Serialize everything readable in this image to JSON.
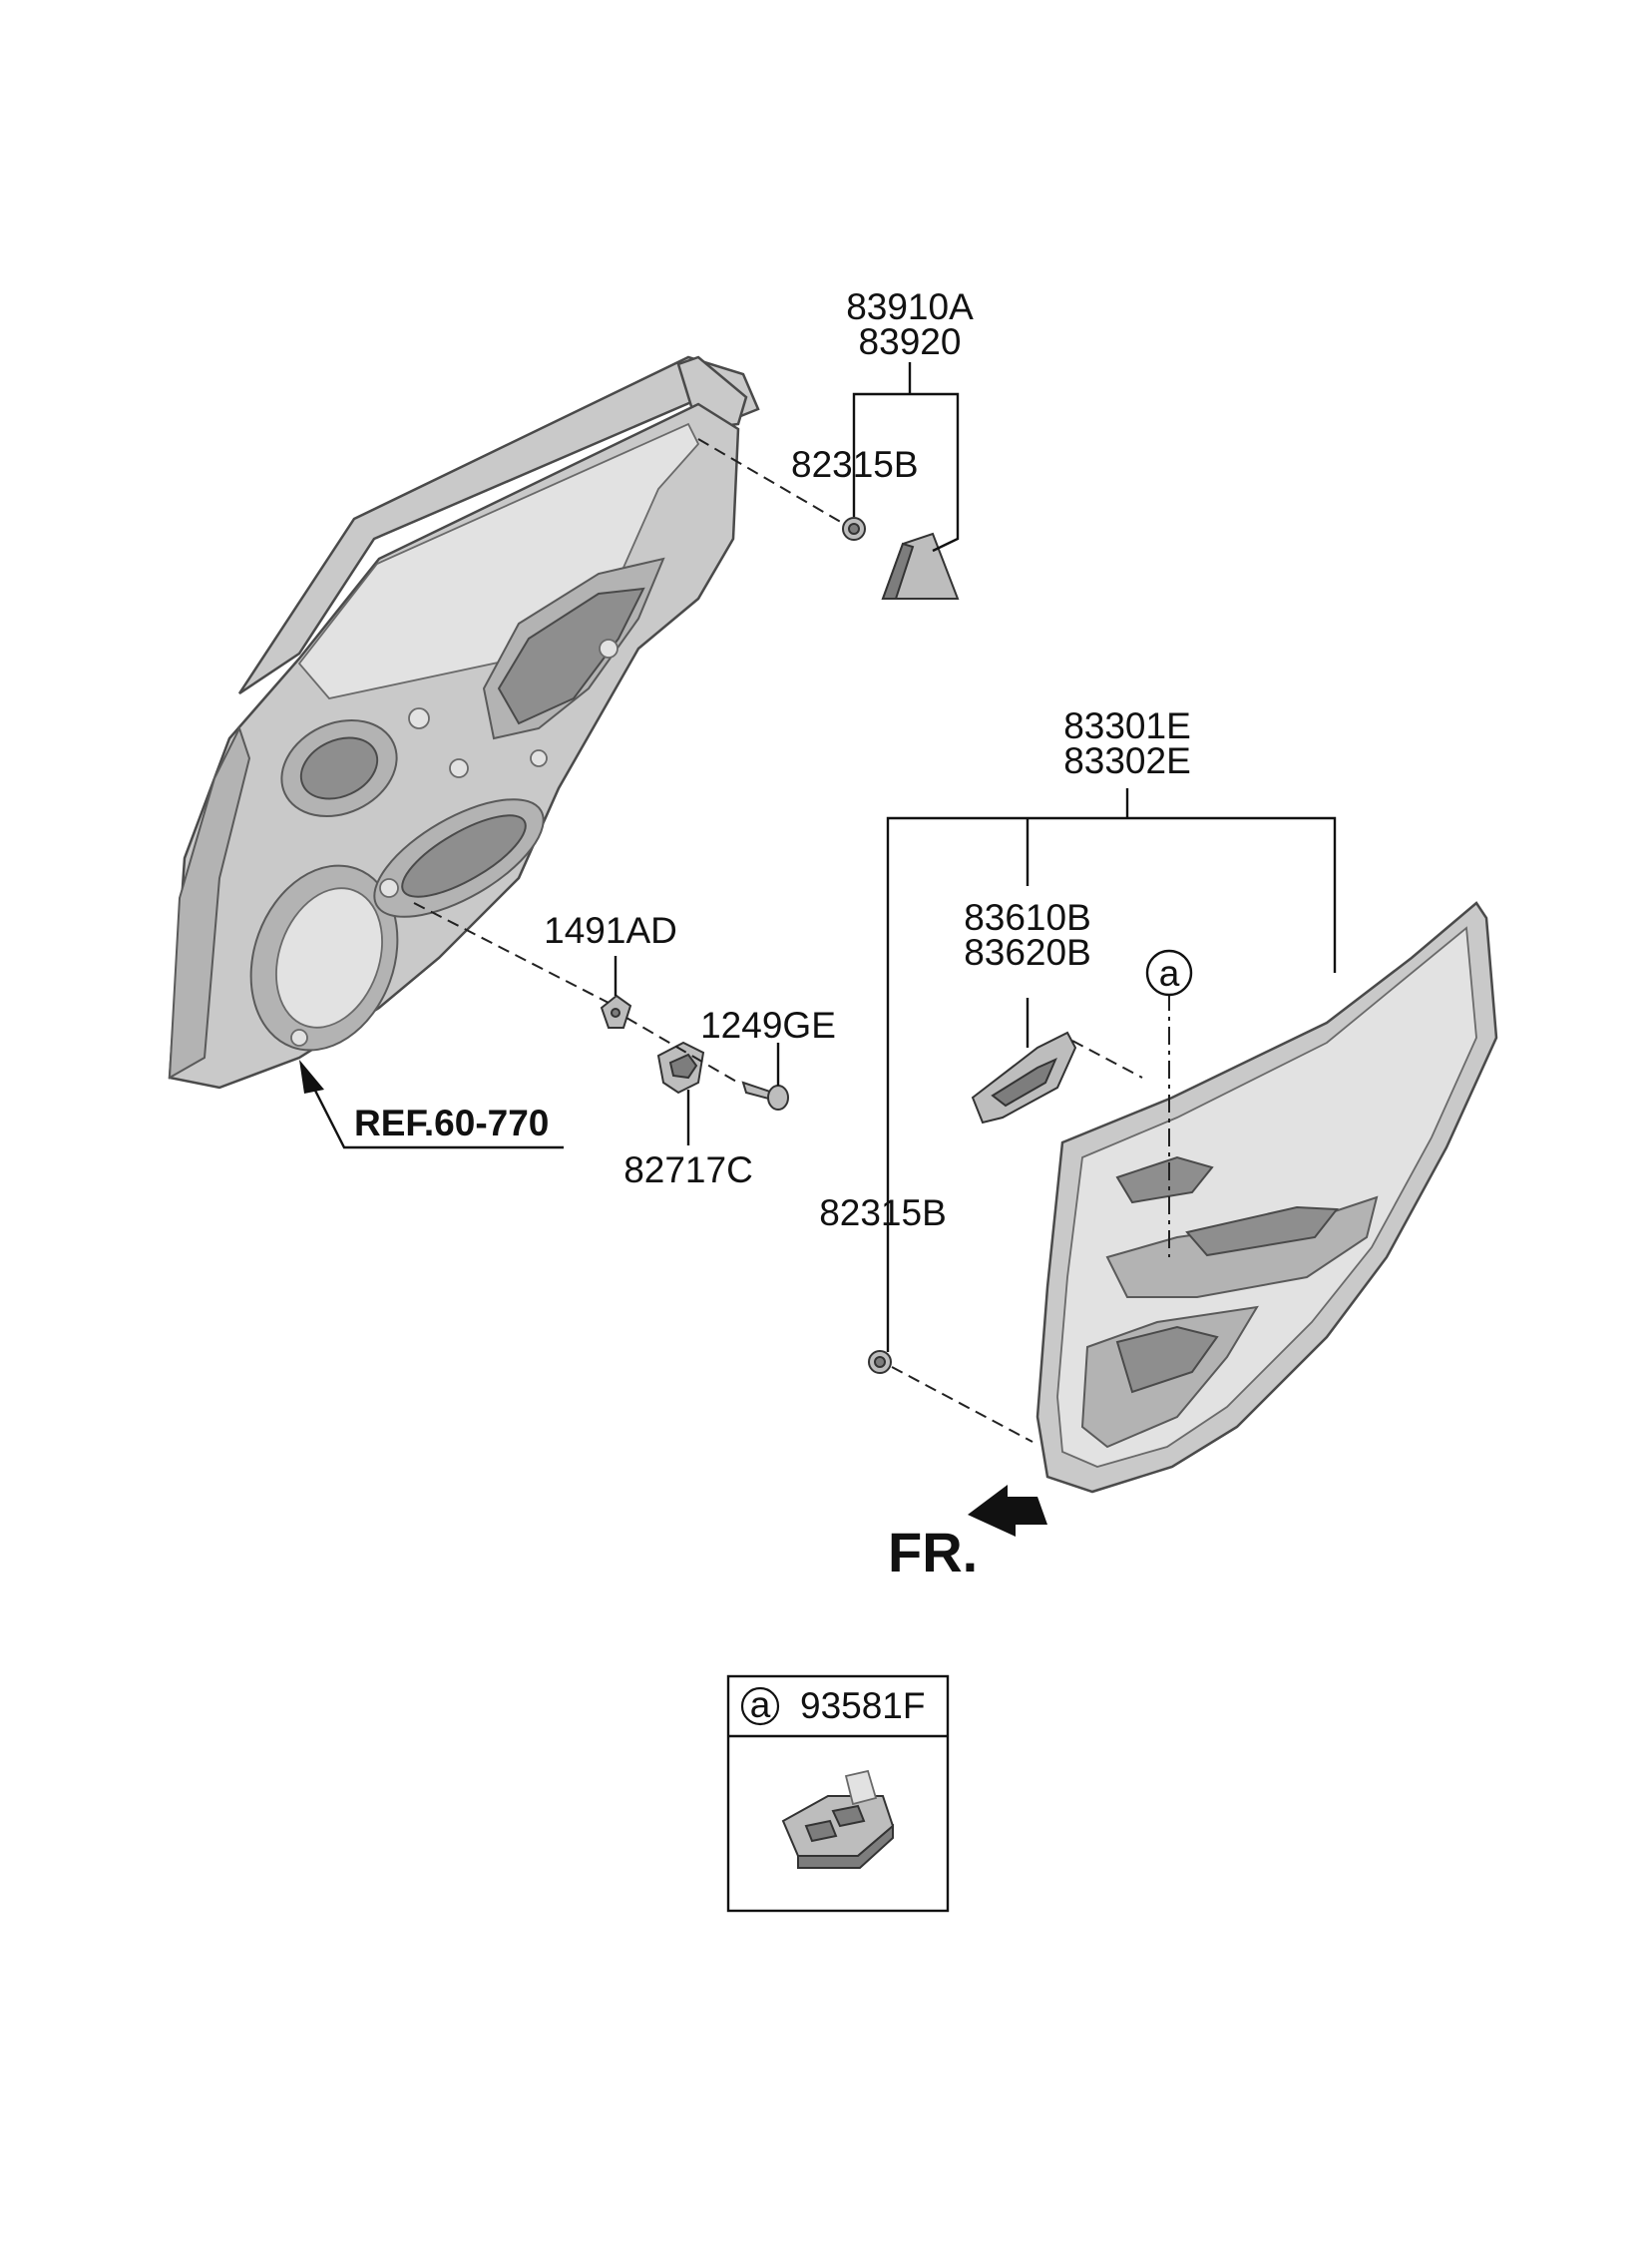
{
  "labels": {
    "p83910A": "83910A",
    "p83920": "83920",
    "p82315B_top": "82315B",
    "p83301E": "83301E",
    "p83302E": "83302E",
    "p83610B": "83610B",
    "p83620B": "83620B",
    "p1491AD": "1491AD",
    "p1249GE": "1249GE",
    "p82717C": "82717C",
    "p82315B_bottom": "82315B",
    "callout_a": "a",
    "ref": "REF.60-770",
    "fr": "FR."
  },
  "legend_box": {
    "marker": "a",
    "part_no": "93581F"
  }
}
